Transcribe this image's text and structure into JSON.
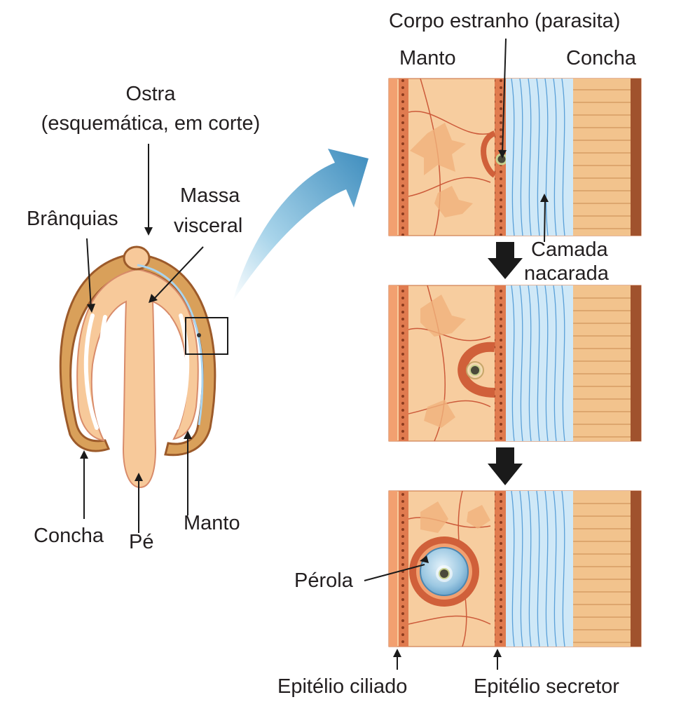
{
  "labels": {
    "foreign_body": "Corpo estranho (parasita)",
    "mantle_top": "Manto",
    "shell_top": "Concha",
    "oyster_title": "Ostra",
    "oyster_subtitle": "(esquemática, em corte)",
    "visceral_mass_1": "Massa",
    "visceral_mass_2": "visceral",
    "gills": "Brânquias",
    "nacre_layer_1": "Camada",
    "nacre_layer_2": "nacarada",
    "shell_left": "Concha",
    "foot": "Pé",
    "mantle_left": "Manto",
    "pearl": "Pérola",
    "ciliated_epithelium": "Epitélio ciliado",
    "secretory_epithelium": "Epitélio secretor"
  },
  "colors": {
    "shell": "#d9a05a",
    "shell_edge": "#9c5a2a",
    "flesh": "#f7c99a",
    "epithelium": "#d0603a",
    "nacre": "#a9d4ef",
    "nacre_line": "#5aa0d8",
    "flow_arrow": "#4f9cc2",
    "step_arrow": "#1a1a1a",
    "text": "#231f20"
  }
}
